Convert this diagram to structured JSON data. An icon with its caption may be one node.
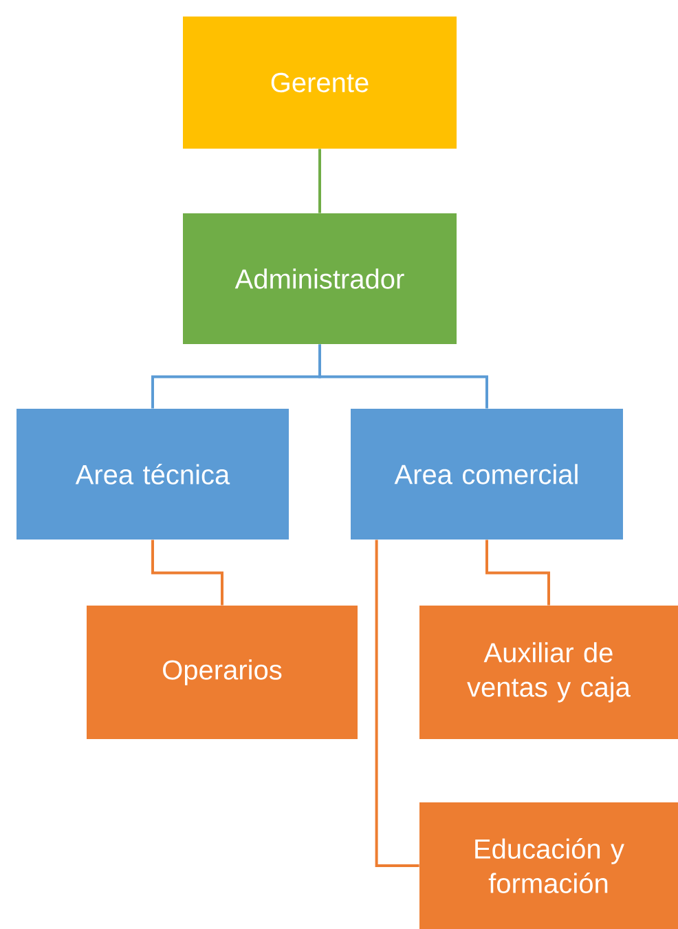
{
  "diagram": {
    "nodes": [
      {
        "text": [
          "Gerente"
        ]
      },
      {
        "text": [
          "Administrador"
        ]
      },
      {
        "text": [
          "Area técnica"
        ]
      },
      {
        "text": [
          "Area comercial"
        ]
      },
      {
        "text": [
          "Operarios"
        ]
      },
      {
        "text": [
          "Auxiliar de ventas y caja"
        ]
      },
      {
        "text": [
          "Educación y formación"
        ]
      }
    ],
    "edges": [
      {
        "from": 0,
        "to": 1,
        "arrow": "none",
        "color": "#70ad47"
      },
      {
        "from": 1,
        "to": 2,
        "arrow": "none",
        "color": "#5b9bd5"
      },
      {
        "from": 1,
        "to": 3,
        "arrow": "none",
        "color": "#5b9bd5"
      },
      {
        "from": 2,
        "to": 4,
        "arrow": "none"
      },
      {
        "from": 3,
        "to": 5,
        "arrow": "none"
      },
      {
        "from": 3,
        "to": 6,
        "arrow": "none"
      }
    ]
  }
}
